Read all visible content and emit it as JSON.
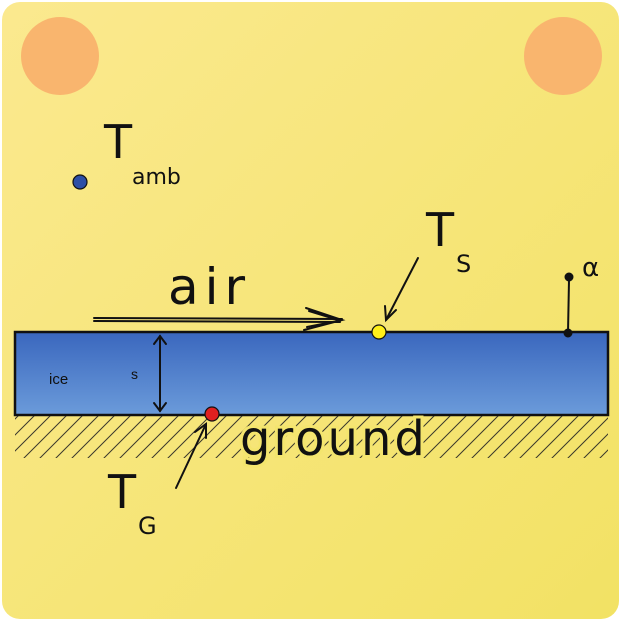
{
  "labels": {
    "t_amb": {
      "main": "T",
      "sub": "amb"
    },
    "t_s": {
      "main": "T",
      "sub": "S"
    },
    "t_g": {
      "main": "T",
      "sub": "G"
    },
    "air": "air",
    "ground": "ground",
    "ice": "ice",
    "thickness": "s",
    "alpha": "α"
  },
  "colors": {
    "background_top": "#fbe98f",
    "background_bottom": "#f3e468",
    "sun": "#f9b56e",
    "ice_top": "#3a67be",
    "ice_bottom": "#6a9ad8",
    "t_amb_point": "#2d4fa6",
    "t_s_point": "#ffef1a",
    "t_g_point": "#e02020",
    "ink": "#111111"
  },
  "icons": [
    "sun-icon",
    "sun-icon",
    "air-flow-arrow",
    "ground-hatching"
  ]
}
